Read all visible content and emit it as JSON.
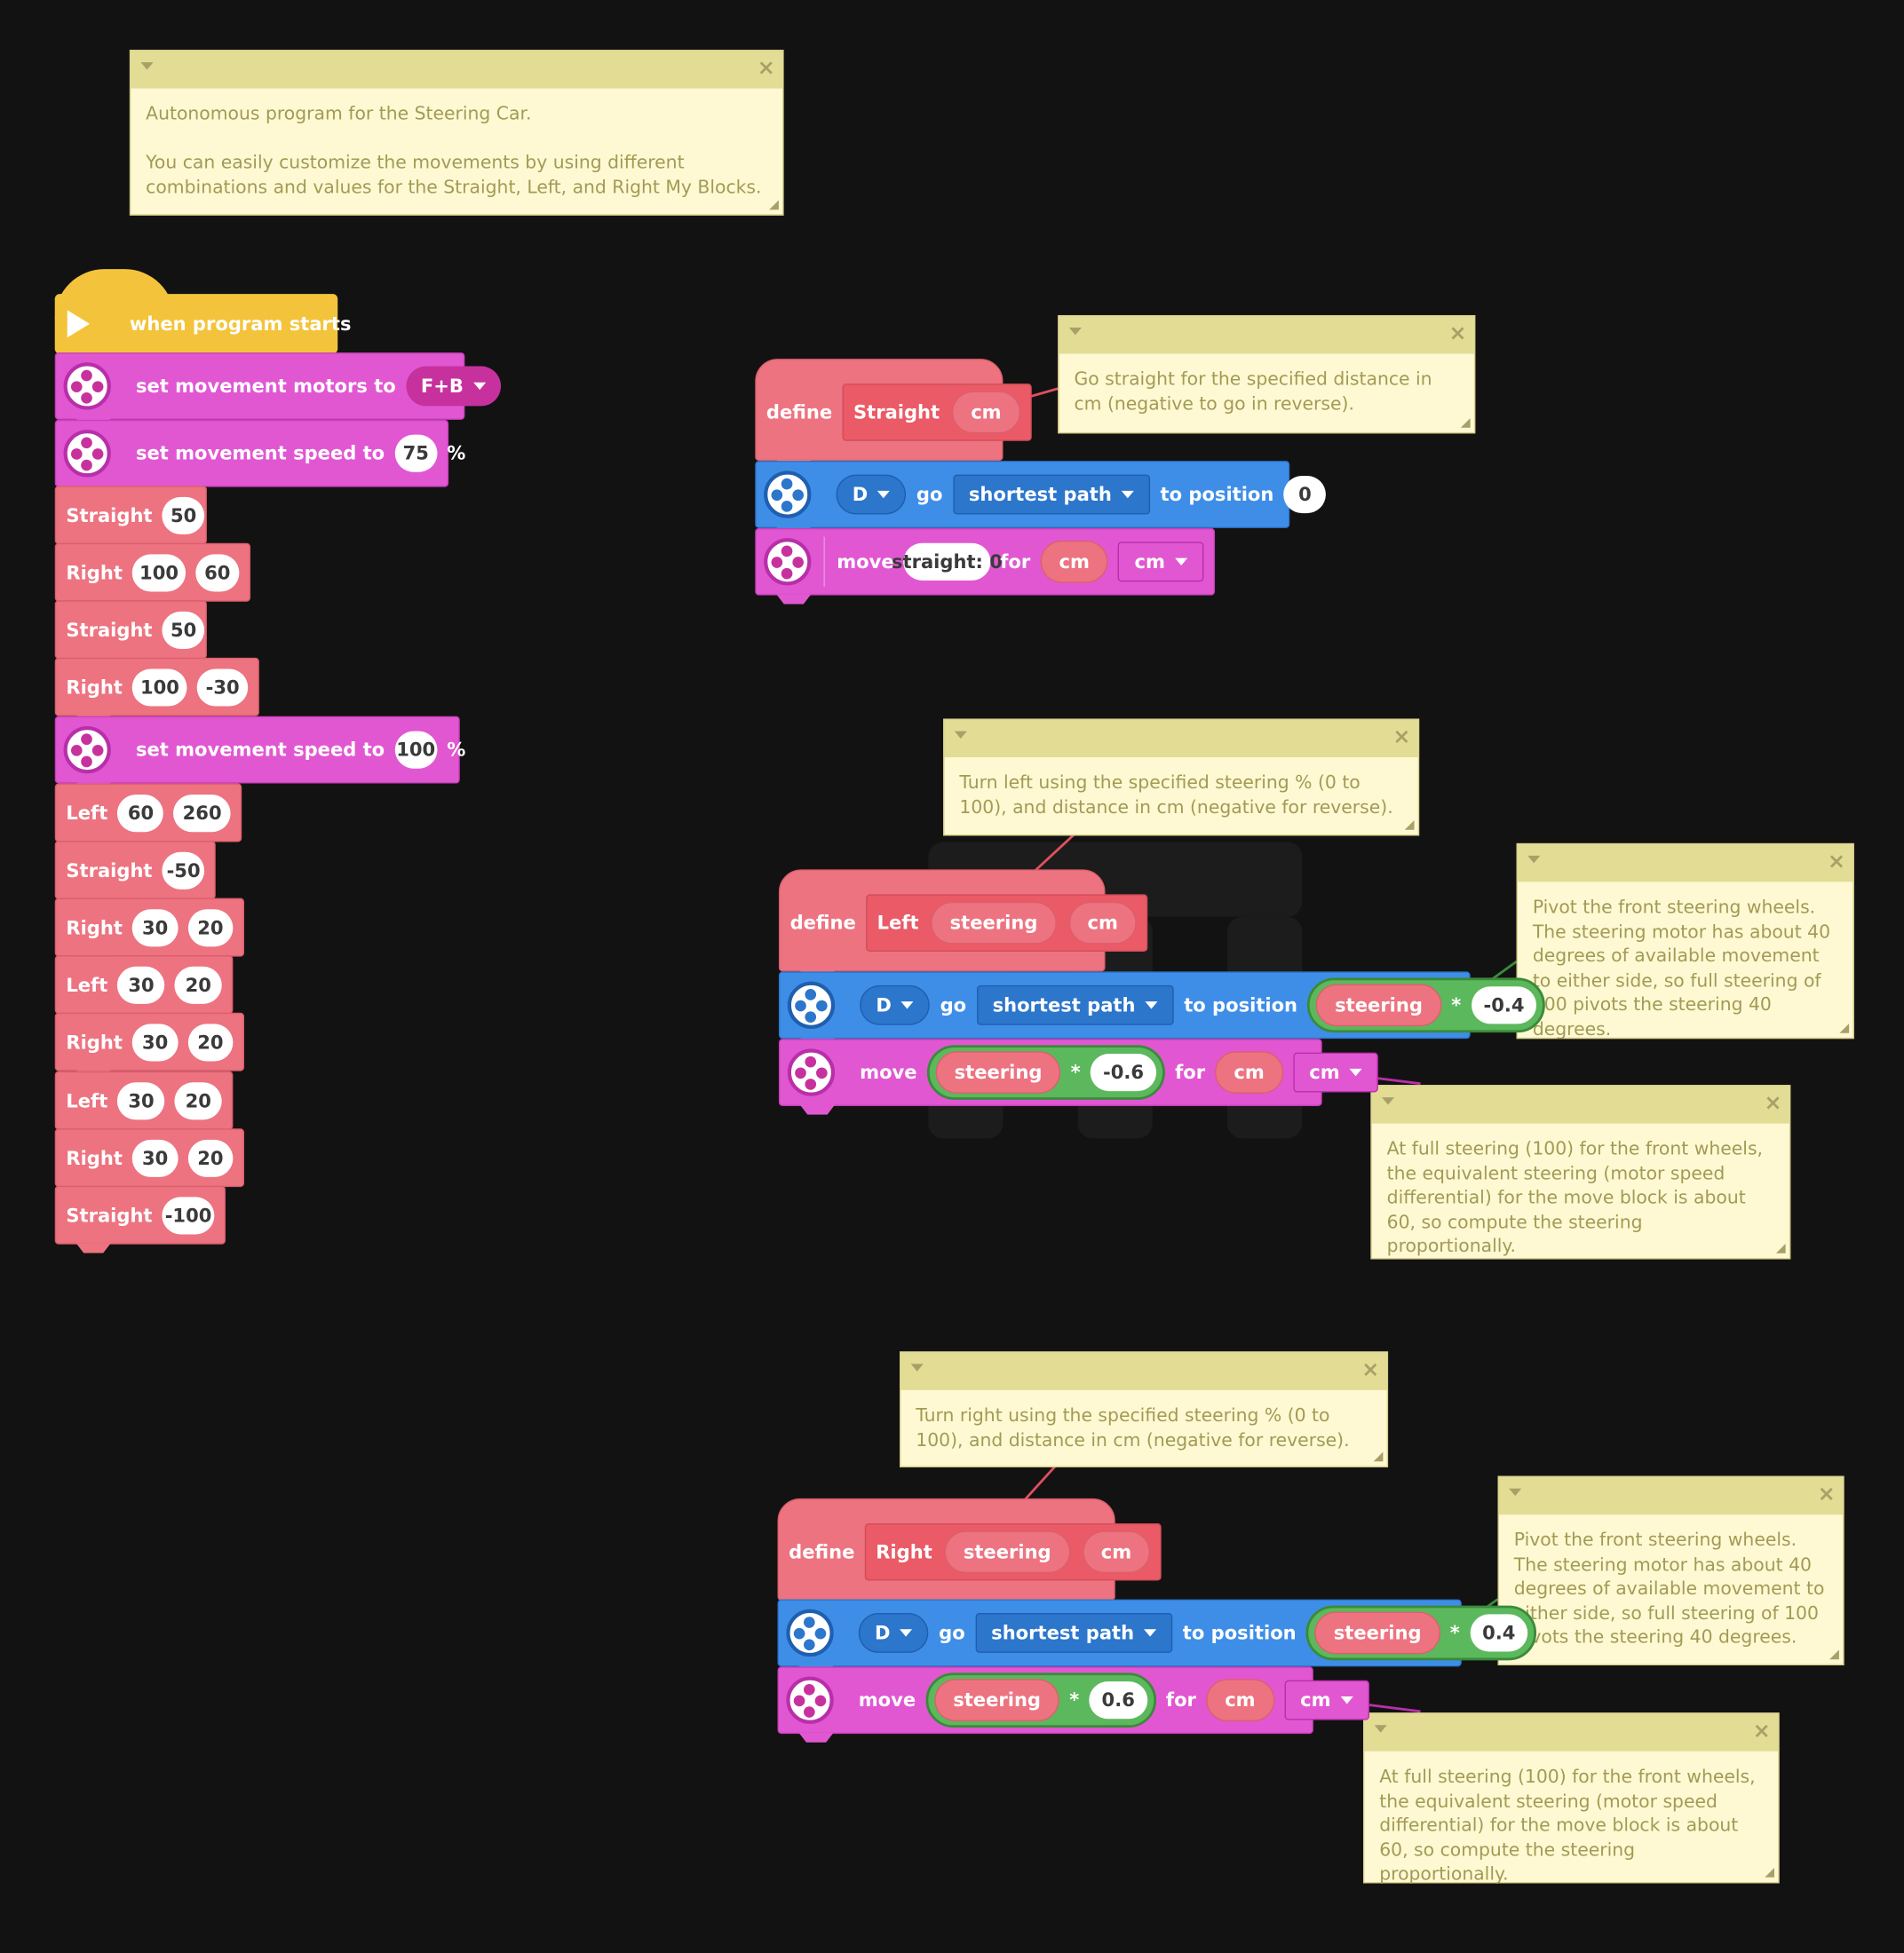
{
  "comments": {
    "intro": "Autonomous program for the Steering Car.\n\nYou can easily customize the movements by using different combinations and values for the Straight, Left, and Right My Blocks.",
    "straight": "Go straight for the specified distance in cm (negative to go in reverse).",
    "left": "Turn left using the specified steering % (0 to 100), and distance in cm (negative for reverse).",
    "pivot_left": "Pivot the front steering wheels. The steering motor has about 40 degrees of available movement to either side, so full steering of 100 pivots the steering 40 degrees.",
    "steer_left": "At full steering (100) for the front wheels, the equivalent steering (motor speed differential) for the move block is about 60, so compute the steering proportionally.",
    "right": "Turn right using the specified steering % (0 to 100), and distance in cm (negative for reverse).",
    "pivot_right": "Pivot the front steering wheels. The steering motor has about 40 degrees of available movement to either side, so full steering of 100 pivots the steering 40 degrees.",
    "steer_right": "At full steering (100) for the front wheels, the equivalent steering (motor speed differential) for the move block is about 60, so compute the steering proportionally."
  },
  "main": {
    "hat": "when program starts",
    "motors_label": "set movement motors to",
    "motors_value": "F+B",
    "speed_label": "set movement speed to",
    "speed1": "75",
    "speed2": "100",
    "pct": "%",
    "calls": [
      {
        "name": "Straight",
        "a": "50"
      },
      {
        "name": "Right",
        "a": "100",
        "b": "60"
      },
      {
        "name": "Straight",
        "a": "50"
      },
      {
        "name": "Right",
        "a": "100",
        "b": "-30"
      },
      {
        "name": "Left",
        "a": "60",
        "b": "260"
      },
      {
        "name": "Straight",
        "a": "-50"
      },
      {
        "name": "Right",
        "a": "30",
        "b": "20"
      },
      {
        "name": "Left",
        "a": "30",
        "b": "20"
      },
      {
        "name": "Right",
        "a": "30",
        "b": "20"
      },
      {
        "name": "Left",
        "a": "30",
        "b": "20"
      },
      {
        "name": "Right",
        "a": "30",
        "b": "20"
      },
      {
        "name": "Straight",
        "a": "-100"
      }
    ]
  },
  "def_straight": {
    "define": "define",
    "name": "Straight",
    "param": "cm",
    "port": "D",
    "go": "go",
    "path": "shortest path",
    "to_pos": "to position",
    "pos": "0",
    "move": "move",
    "straight": "straight: 0",
    "for": "for",
    "dist": "cm",
    "unit": "cm"
  },
  "def_left": {
    "define": "define",
    "name": "Left",
    "p1": "steering",
    "p2": "cm",
    "port": "D",
    "go": "go",
    "path": "shortest path",
    "to_pos": "to position",
    "r1": "steering",
    "op": "*",
    "k1": "-0.4",
    "move": "move",
    "r2": "steering",
    "k2": "-0.6",
    "for": "for",
    "dist": "cm",
    "unit": "cm"
  },
  "def_right": {
    "define": "define",
    "name": "Right",
    "p1": "steering",
    "p2": "cm",
    "port": "D",
    "go": "go",
    "path": "shortest path",
    "to_pos": "to position",
    "r1": "steering",
    "op": "*",
    "k1": "0.4",
    "move": "move",
    "r2": "steering",
    "k2": "0.6",
    "for": "for",
    "dist": "cm",
    "unit": "cm"
  },
  "colors": {
    "myblock": "#ed7380",
    "movement": "#e157d2",
    "motor": "#3e8ee8",
    "event": "#f3c43b",
    "operator": "#5cb85c",
    "comment": "#fef9d3"
  },
  "icons": {
    "comment_collapse": "caret-down-icon",
    "comment_close": "close-icon",
    "event": "play-flag-icon",
    "movement": "movement-icon",
    "motor": "motor-icon"
  }
}
